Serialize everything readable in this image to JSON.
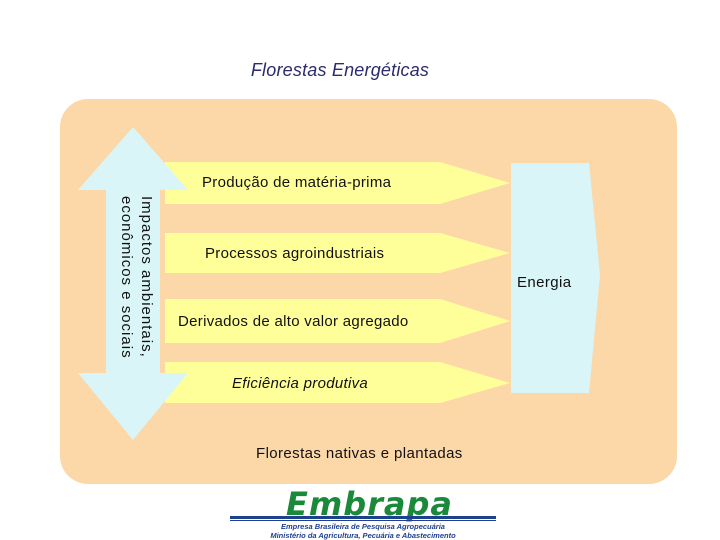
{
  "title": "Florestas Energéticas",
  "arrows": [
    {
      "label": "Produção de matéria-prima"
    },
    {
      "label": "Processos agroindustriais"
    },
    {
      "label": "Derivados de alto valor agregado"
    },
    {
      "label": "Eficiência produtiva"
    }
  ],
  "side_arrow_label": "Impactos ambientais, econômicos e sociais",
  "energy_label": "Energia",
  "bottom_label": "Florestas nativas e plantadas",
  "logo": {
    "name": "Embrapa",
    "line1": "Empresa Brasileira de Pesquisa Agropecuária",
    "line2": "Ministério da Agricultura, Pecuária e Abastecimento"
  },
  "colors": {
    "panel": "#fcd8a8",
    "arrow_fill": "#ffff99",
    "double_arrow": "#d9f5f7",
    "title_text": "#2b2b6e",
    "logo_green": "#1a8a3a",
    "logo_blue": "#1f3f8f"
  }
}
